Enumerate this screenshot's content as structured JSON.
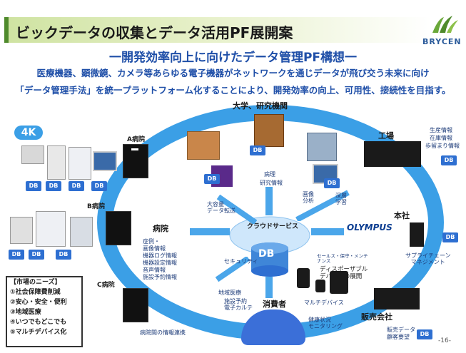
{
  "header": {
    "title": "ビックデータの収集とデータ活用PF展開案",
    "logo_text": "BRYCEN"
  },
  "subtitle": "一開発効率向上に向けたデータ管理PF構想一",
  "intro": {
    "line1": "医療機器、顕微鏡、カメラ等あらゆる電子機器がネットワークを通じデータが飛び交う未来に向け",
    "line2": "「データ管理手法」を統一プラットフォーム化することにより、開発効率の向上、可用性、接続性を目指す。"
  },
  "hospital": {
    "center_label": "病院",
    "a_label": "A病院",
    "b_label": "B病院",
    "c_label": "C病院",
    "fourk_label": "4K",
    "db_label": "DB",
    "data_types": [
      "症例・",
      "画像情報",
      "機器ログ情報",
      "機器設定情報",
      "音声情報",
      "施設予約情報"
    ],
    "inter_hospital": "病院間の情報連携"
  },
  "university": {
    "label": "大学、研究機関",
    "pathology": "病理",
    "research": "研究情報"
  },
  "center": {
    "cloud_label": "クラウドサービス",
    "db_label": "DB",
    "large_transfer": "大容量\nデータ転送",
    "image_analysis": "画像\n分析",
    "deep_learning": "深層\n学習",
    "security": "セキュリティ",
    "disposable": "ディスポーザブル\nデバイスの展開",
    "security_maint": "セールス・保守・メンテ\nナンス"
  },
  "factory": {
    "label": "工場",
    "info": [
      "生産情報",
      "在庫情報",
      "歩留まり情報"
    ]
  },
  "hq": {
    "label": "本社",
    "brand": "OLYMPUS",
    "supply_chain": "サプライチェーン\nマネジメント"
  },
  "sales": {
    "label": "販売会社",
    "info": [
      "販売データ",
      "顧客要望"
    ]
  },
  "consumer": {
    "label": "消費者",
    "multi_device": "マルチデバイス",
    "health": "健康状況\nモニタリング",
    "regional": "地域医療",
    "regional_sub": "施設予約\n電子カルテ"
  },
  "needs": {
    "title": "【市場のニーズ】",
    "items": [
      "①社会保障費削減",
      "②安心・安全・便利",
      "③地域医療",
      "④いつでもどこでも",
      "⑤マルチデバイス化"
    ]
  },
  "page_number": "-16-",
  "colors": {
    "ring": "#3b9fe6",
    "accent_text": "#1f4fa8",
    "db": "#2e6fd1",
    "header_band": "#cfe3a2"
  }
}
